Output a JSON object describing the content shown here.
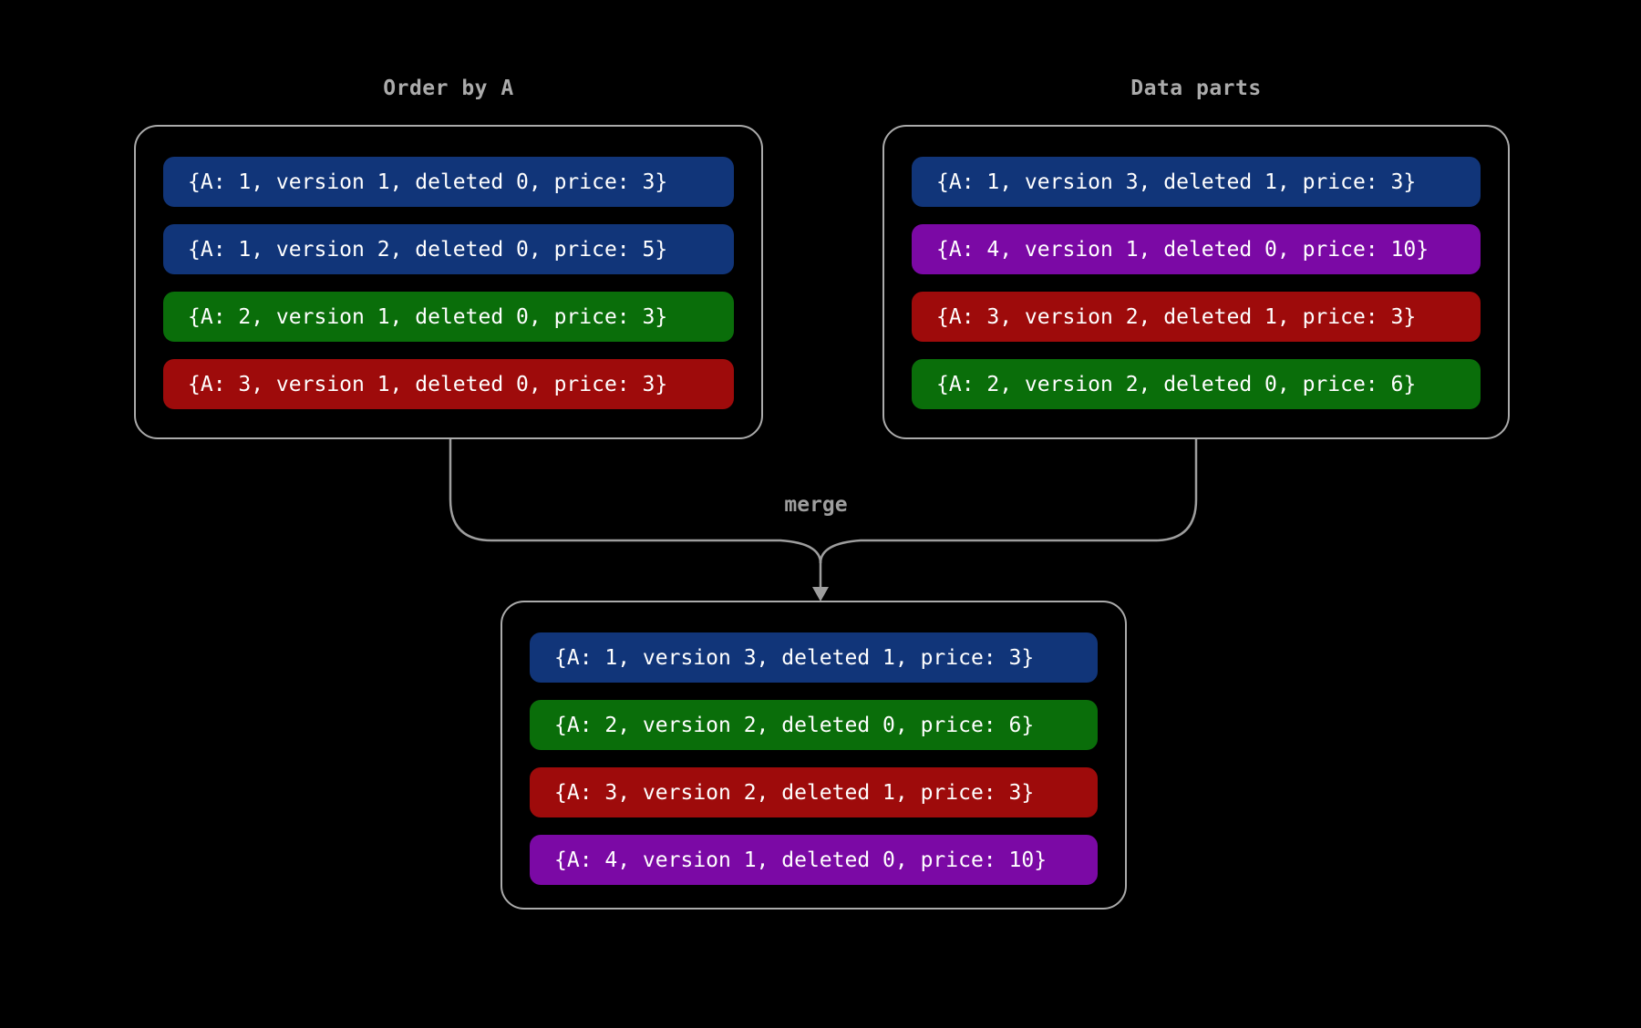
{
  "colors": {
    "bg": "#000000",
    "border": "#ABABAB",
    "title": "#ABABAB",
    "line": "#9E9E9E",
    "row_text": "#FFFFFF",
    "blue": "#113579",
    "green": "#0A6E0A",
    "red": "#9E0B0B",
    "purple": "#7B09A5"
  },
  "merge_label": "merge",
  "boxes": {
    "order_by_a": {
      "title": "Order by A",
      "rows": [
        {
          "text": "{A: 1, version 1, deleted 0, price: 3}",
          "color": "blue"
        },
        {
          "text": "{A: 1, version 2, deleted 0, price: 5}",
          "color": "blue"
        },
        {
          "text": "{A: 2, version 1, deleted 0, price: 3}",
          "color": "green"
        },
        {
          "text": "{A: 3, version 1, deleted 0, price: 3}",
          "color": "red"
        }
      ]
    },
    "data_parts": {
      "title": "Data parts",
      "rows": [
        {
          "text": "{A: 1, version 3, deleted 1, price: 3}",
          "color": "blue"
        },
        {
          "text": "{A: 4, version 1, deleted 0, price: 10}",
          "color": "purple"
        },
        {
          "text": "{A: 3, version 2, deleted 1, price: 3}",
          "color": "red"
        },
        {
          "text": "{A: 2, version 2, deleted 0, price: 6}",
          "color": "green"
        }
      ]
    },
    "merged": {
      "rows": [
        {
          "text": "{A: 1, version 3, deleted 1, price: 3}",
          "color": "blue"
        },
        {
          "text": "{A: 2, version 2, deleted 0, price: 6}",
          "color": "green"
        },
        {
          "text": "{A: 3, version 2, deleted 1, price: 3}",
          "color": "red"
        },
        {
          "text": "{A: 4, version 1, deleted 0, price: 10}",
          "color": "purple"
        }
      ]
    }
  }
}
